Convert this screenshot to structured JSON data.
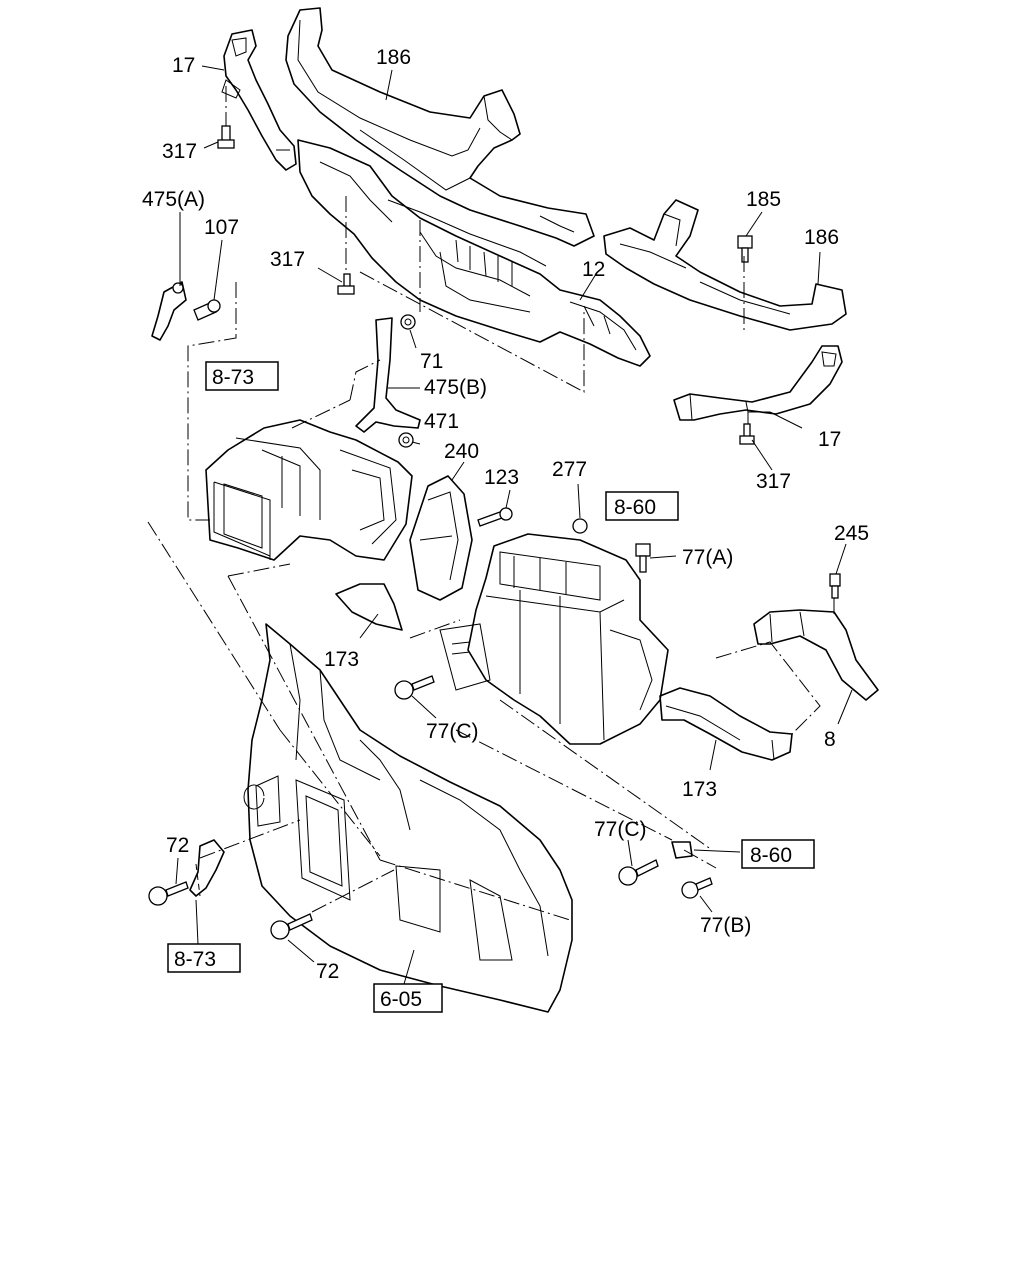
{
  "callouts": {
    "c17_top": "17",
    "c186_top": "186",
    "c317_top": "317",
    "c475a": "475(A)",
    "c107": "107",
    "c317_mid": "317",
    "c12": "12",
    "c185": "185",
    "c186_right": "186",
    "c71": "71",
    "c475b": "475(B)",
    "c471": "471",
    "c17_right": "17",
    "c317_right": "317",
    "c240": "240",
    "c123": "123",
    "c277": "277",
    "c77a": "77(A)",
    "c245": "245",
    "c173_left": "173",
    "c77c_upper": "77(C)",
    "c8": "8",
    "c173_lower": "173",
    "c72_left": "72",
    "c77c_lower": "77(C)",
    "c77b": "77(B)",
    "c72_lower": "72"
  },
  "reference_boxes": {
    "ref_8_73_top": "8-73",
    "ref_8_60_top": "8-60",
    "ref_8_60_right": "8-60",
    "ref_8_73_bottom": "8-73",
    "ref_6_05": "6-05"
  }
}
